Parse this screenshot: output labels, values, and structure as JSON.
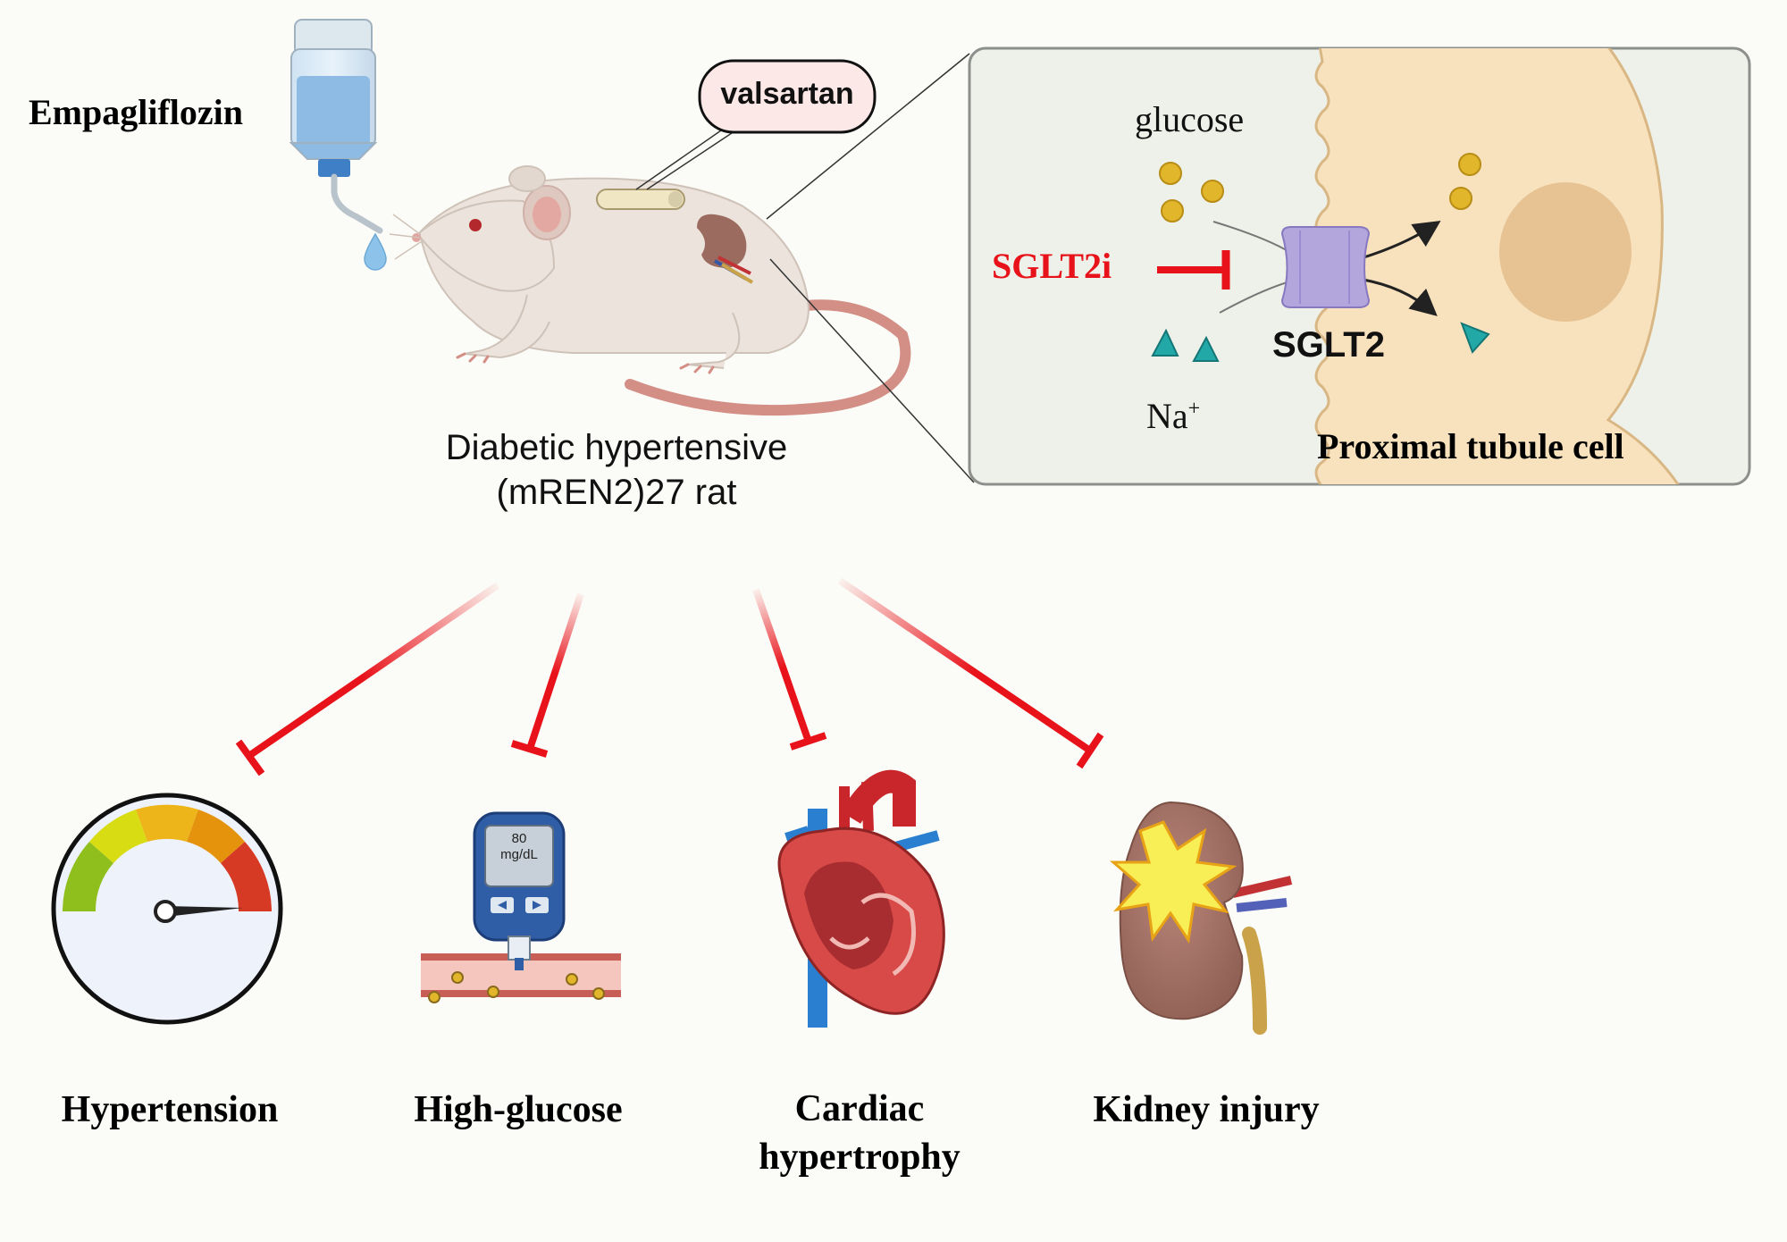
{
  "labels": {
    "drug_oral": "Empagliflozin",
    "drug_implant": "valsartan",
    "rat_line1": "Diabetic hypertensive",
    "rat_line2": "(mREN2)27 rat",
    "glucose": "glucose",
    "inhibitor": "SGLT2i",
    "transporter": "SGLT2",
    "sodium": "Na",
    "sodium_charge": "+",
    "cell": "Proximal tubule cell"
  },
  "glucometer": {
    "value": "80",
    "unit": "mg/dL"
  },
  "outcomes": [
    {
      "label": "Hypertension"
    },
    {
      "label": "High-glucose"
    },
    {
      "label_line1": "Cardiac",
      "label_line2": "hypertrophy"
    },
    {
      "label": "Kidney injury"
    }
  ],
  "colors": {
    "inhibit_red": "#e8121a",
    "cell_fill": "#f7e2bd",
    "sglt2_purple": "#b3a6dc",
    "glucose_gold": "#e2b62a",
    "sodium_teal": "#23a8a8"
  }
}
